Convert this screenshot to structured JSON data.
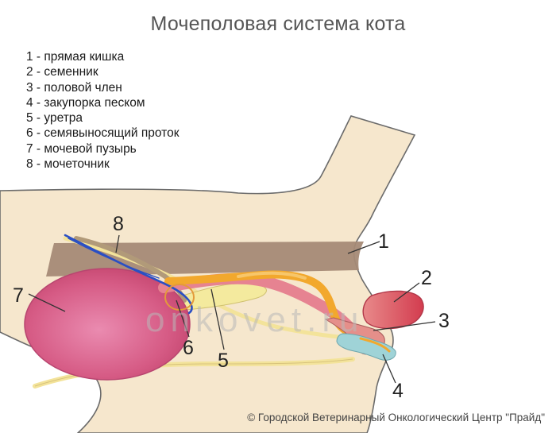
{
  "title": "Мочеполовая система кота",
  "legend": [
    "1 - прямая кишка",
    "2 - семенник",
    "3 - половой член",
    "4 - закупорка песком",
    "5 - уретра",
    "6 - семявыносящий проток",
    "7 - мочевой пузырь",
    "8 - мочеточник"
  ],
  "callouts": {
    "n1": "1",
    "n2": "2",
    "n3": "3",
    "n4": "4",
    "n5": "5",
    "n6": "6",
    "n7": "7",
    "n8": "8"
  },
  "watermark": "onkovet.ru",
  "copyright": "© Городской Ветеринарный Онкологический Центр \"Прайд\"",
  "colors": {
    "body_skin": "#f6e7cd",
    "outline": "#6b6b6b",
    "rectum": "#a58a76",
    "bladder": "#d5557e",
    "testis": "#d94a5c",
    "urethra": "#e68391",
    "vas_deferens": "#f2a82d",
    "ureter": "#b19a79",
    "vessel_blue": "#2a4fc4",
    "nerve_yellow": "#f3e39a",
    "sand": "#9fd3d7"
  }
}
